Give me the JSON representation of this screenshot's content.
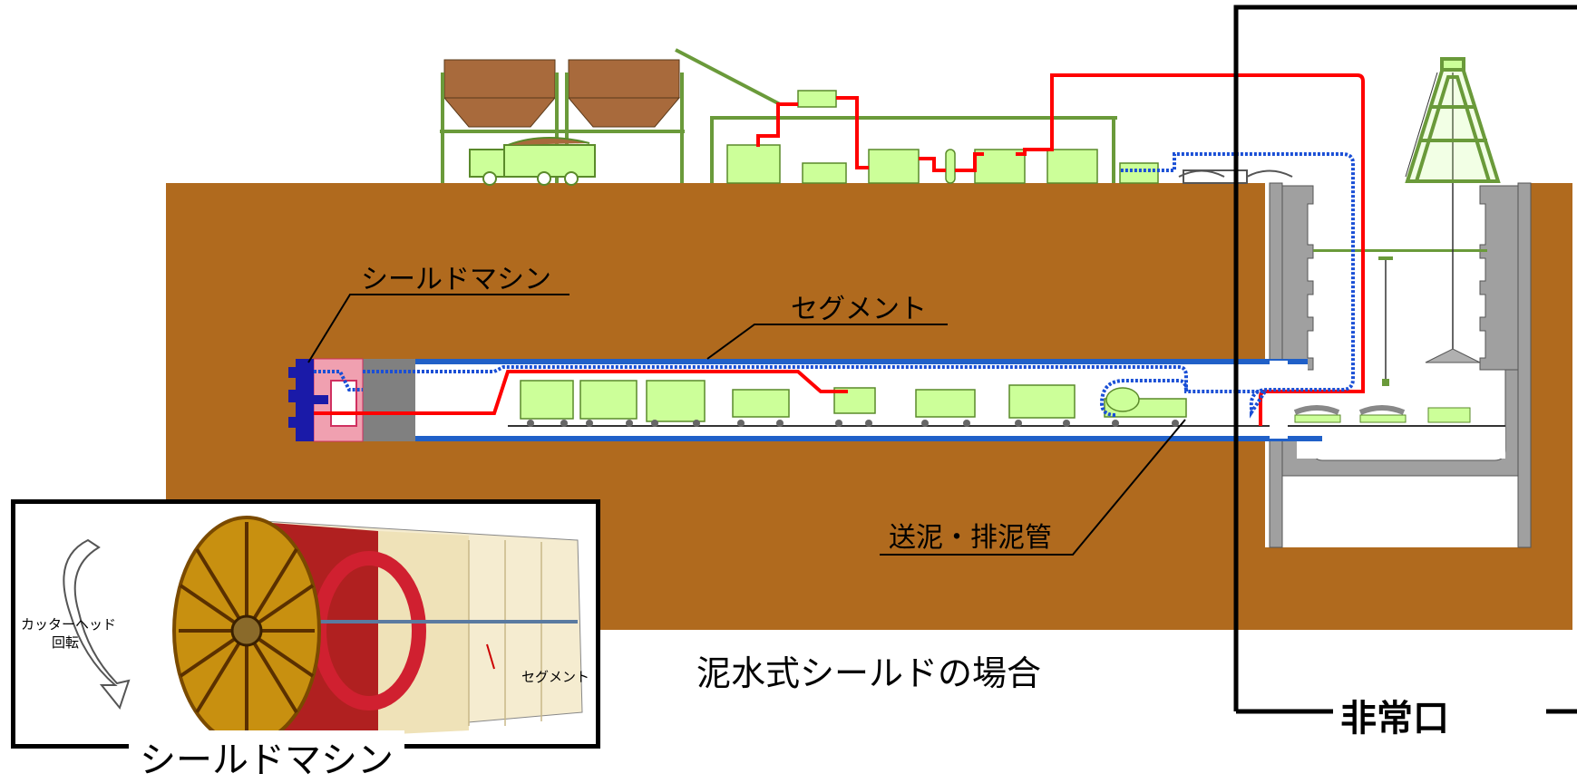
{
  "labels": {
    "shield_machine": "シールドマシン",
    "segment": "セグメント",
    "slurry_pipe": "送泥・排泥管",
    "caption": "泥水式シールドの場合",
    "emergency_exit": "非常口"
  },
  "inset": {
    "cutter_head_line1": "カッターヘッド",
    "cutter_head_line2": "回転",
    "segment": "セグメント",
    "title": "シールドマシン"
  },
  "colors": {
    "soil": "#b06a1e",
    "equipment": "#ccff99",
    "equipment_stroke": "#5a8a2a",
    "slurry_feed": "#ff0000",
    "slurry_return": "#1a4fd6",
    "segment": "#2060c8",
    "shaft_wall": "#a0a0a0",
    "silo": "#a86a3c"
  }
}
